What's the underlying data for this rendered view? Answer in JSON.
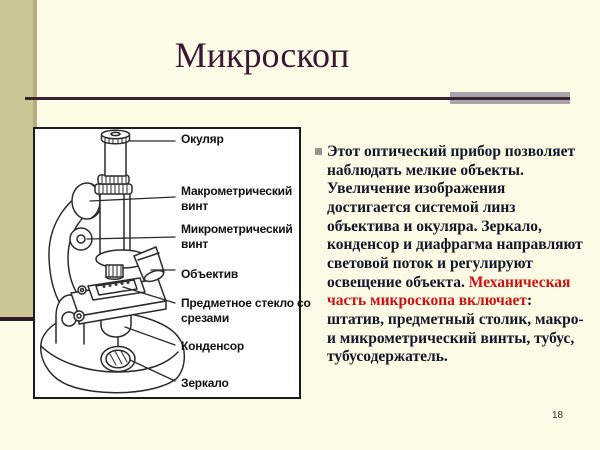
{
  "slide": {
    "title": "Микроскоп",
    "page_number": "18"
  },
  "diagram": {
    "labels": [
      {
        "text": "Окуляр"
      },
      {
        "text": "Макрометрический винт"
      },
      {
        "text": "Микрометрический винт"
      },
      {
        "text": "Объектив"
      },
      {
        "text": "Предметное стекло со срезами"
      },
      {
        "text": "Конденсор"
      },
      {
        "text": "Зеркало"
      }
    ]
  },
  "content": {
    "segments": [
      {
        "style": "normal",
        "text": "Этот оптический прибор позволяет наблюдать мелкие объекты. Увеличение изображения достигается системой линз объектива и окуляра. Зеркало, конденсор и диафрагма направляют световой поток и регулируют освещение объекта. "
      },
      {
        "style": "red",
        "text": "Механическая часть микроскопа включает"
      },
      {
        "style": "normal",
        "text": ": штатив, предметный столик, макро- и микрометрический винты, тубус, тубусодержатель."
      }
    ]
  },
  "colors": {
    "background": "#fcfce6",
    "stripe": "#c9c694",
    "title": "#3c1637",
    "divider": "#382334",
    "divider_accent": "#a8a4ab",
    "text": "#15152a",
    "highlight": "#cf1010",
    "bullet": "#93948a"
  }
}
